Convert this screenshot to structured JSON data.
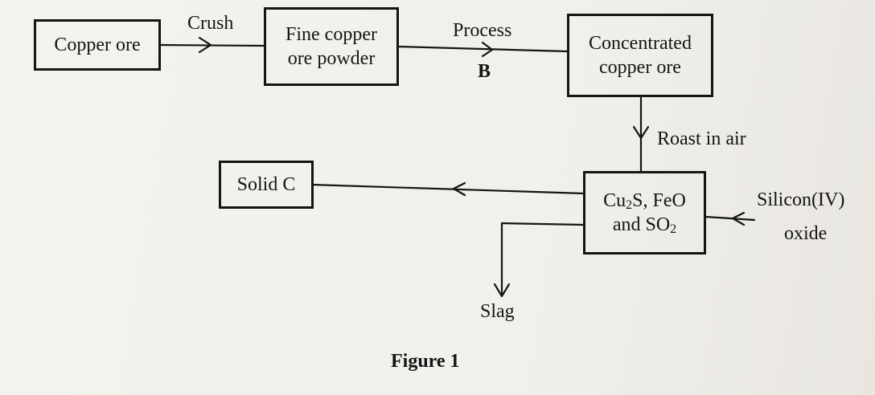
{
  "figure": {
    "caption": "Figure 1",
    "nodes": {
      "copper_ore": "Copper ore",
      "fine_powder_line1": "Fine copper",
      "fine_powder_line2": "ore powder",
      "concentrated_line1": "Concentrated",
      "concentrated_line2": "copper ore",
      "mixture_line1_a": "Cu",
      "mixture_line1_sub": "2",
      "mixture_line1_b": "S, FeO",
      "mixture_line2_a": "and SO",
      "mixture_line2_sub": "2",
      "solid_c": "Solid C"
    },
    "edge_labels": {
      "crush": "Crush",
      "process": "Process",
      "process_b": "B",
      "roast": "Roast in air",
      "silicon_line1": "Silicon(IV)",
      "silicon_line2": "oxide",
      "slag": "Slag"
    }
  }
}
